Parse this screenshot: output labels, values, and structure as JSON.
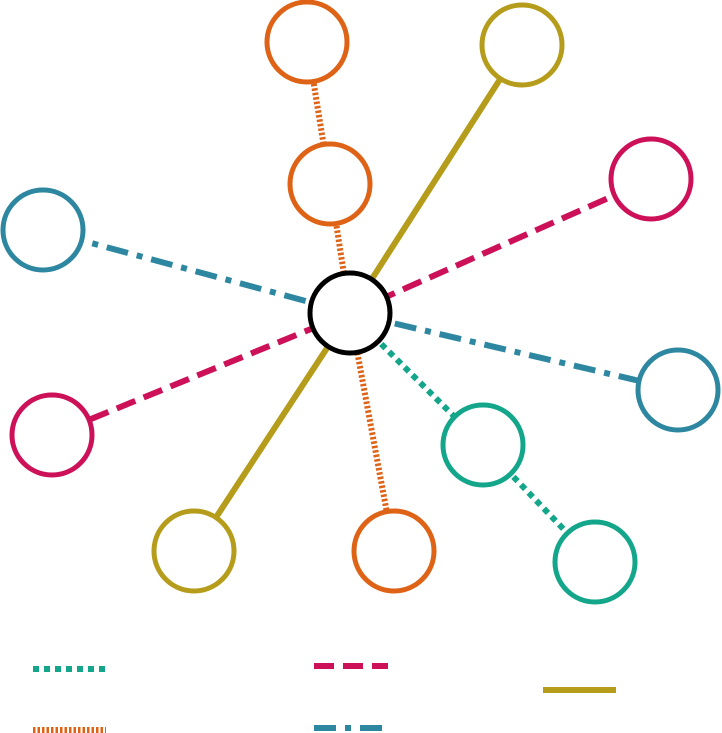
{
  "diagram": {
    "kind": "radial-graph",
    "center_node": {
      "id": "center",
      "color": "#000000"
    },
    "nodes": [
      {
        "id": "teal-1",
        "group": "teal"
      },
      {
        "id": "teal-2",
        "group": "teal"
      },
      {
        "id": "orange-1",
        "group": "orange"
      },
      {
        "id": "orange-2",
        "group": "orange"
      },
      {
        "id": "orange-3",
        "group": "orange"
      },
      {
        "id": "crimson-1",
        "group": "crimson"
      },
      {
        "id": "crimson-2",
        "group": "crimson"
      },
      {
        "id": "steel-1",
        "group": "steel"
      },
      {
        "id": "steel-2",
        "group": "steel"
      },
      {
        "id": "olive-1",
        "group": "olive"
      },
      {
        "id": "olive-2",
        "group": "olive"
      }
    ],
    "edges": [
      {
        "from": "center",
        "to": "teal-1",
        "style": "dotted-teal"
      },
      {
        "from": "teal-1",
        "to": "teal-2",
        "style": "dotted-teal"
      },
      {
        "from": "center",
        "to": "orange-2",
        "style": "fine-dotted-orange"
      },
      {
        "from": "orange-2",
        "to": "orange-1",
        "style": "fine-dotted-orange"
      },
      {
        "from": "center",
        "to": "orange-3",
        "style": "fine-dotted-orange"
      },
      {
        "from": "center",
        "to": "crimson-1",
        "style": "dashed-crimson"
      },
      {
        "from": "center",
        "to": "crimson-2",
        "style": "dashed-crimson"
      },
      {
        "from": "center",
        "to": "steel-1",
        "style": "dash-dot-steel"
      },
      {
        "from": "center",
        "to": "steel-2",
        "style": "dash-dot-steel"
      },
      {
        "from": "center",
        "to": "olive-1",
        "style": "solid-olive"
      },
      {
        "from": "center",
        "to": "olive-2",
        "style": "solid-olive"
      }
    ],
    "colors": {
      "teal": "#14a68a",
      "orange": "#de6316",
      "crimson": "#cc1158",
      "steel": "#2e87a0",
      "olive": "#b59c1b",
      "center": "#000000"
    },
    "legend": {
      "entries": [
        {
          "style": "dotted-teal",
          "label": ""
        },
        {
          "style": "fine-dotted-orange",
          "label": ""
        },
        {
          "style": "dashed-crimson",
          "label": ""
        },
        {
          "style": "dash-dot-steel",
          "label": ""
        },
        {
          "style": "solid-olive",
          "label": ""
        }
      ]
    }
  }
}
